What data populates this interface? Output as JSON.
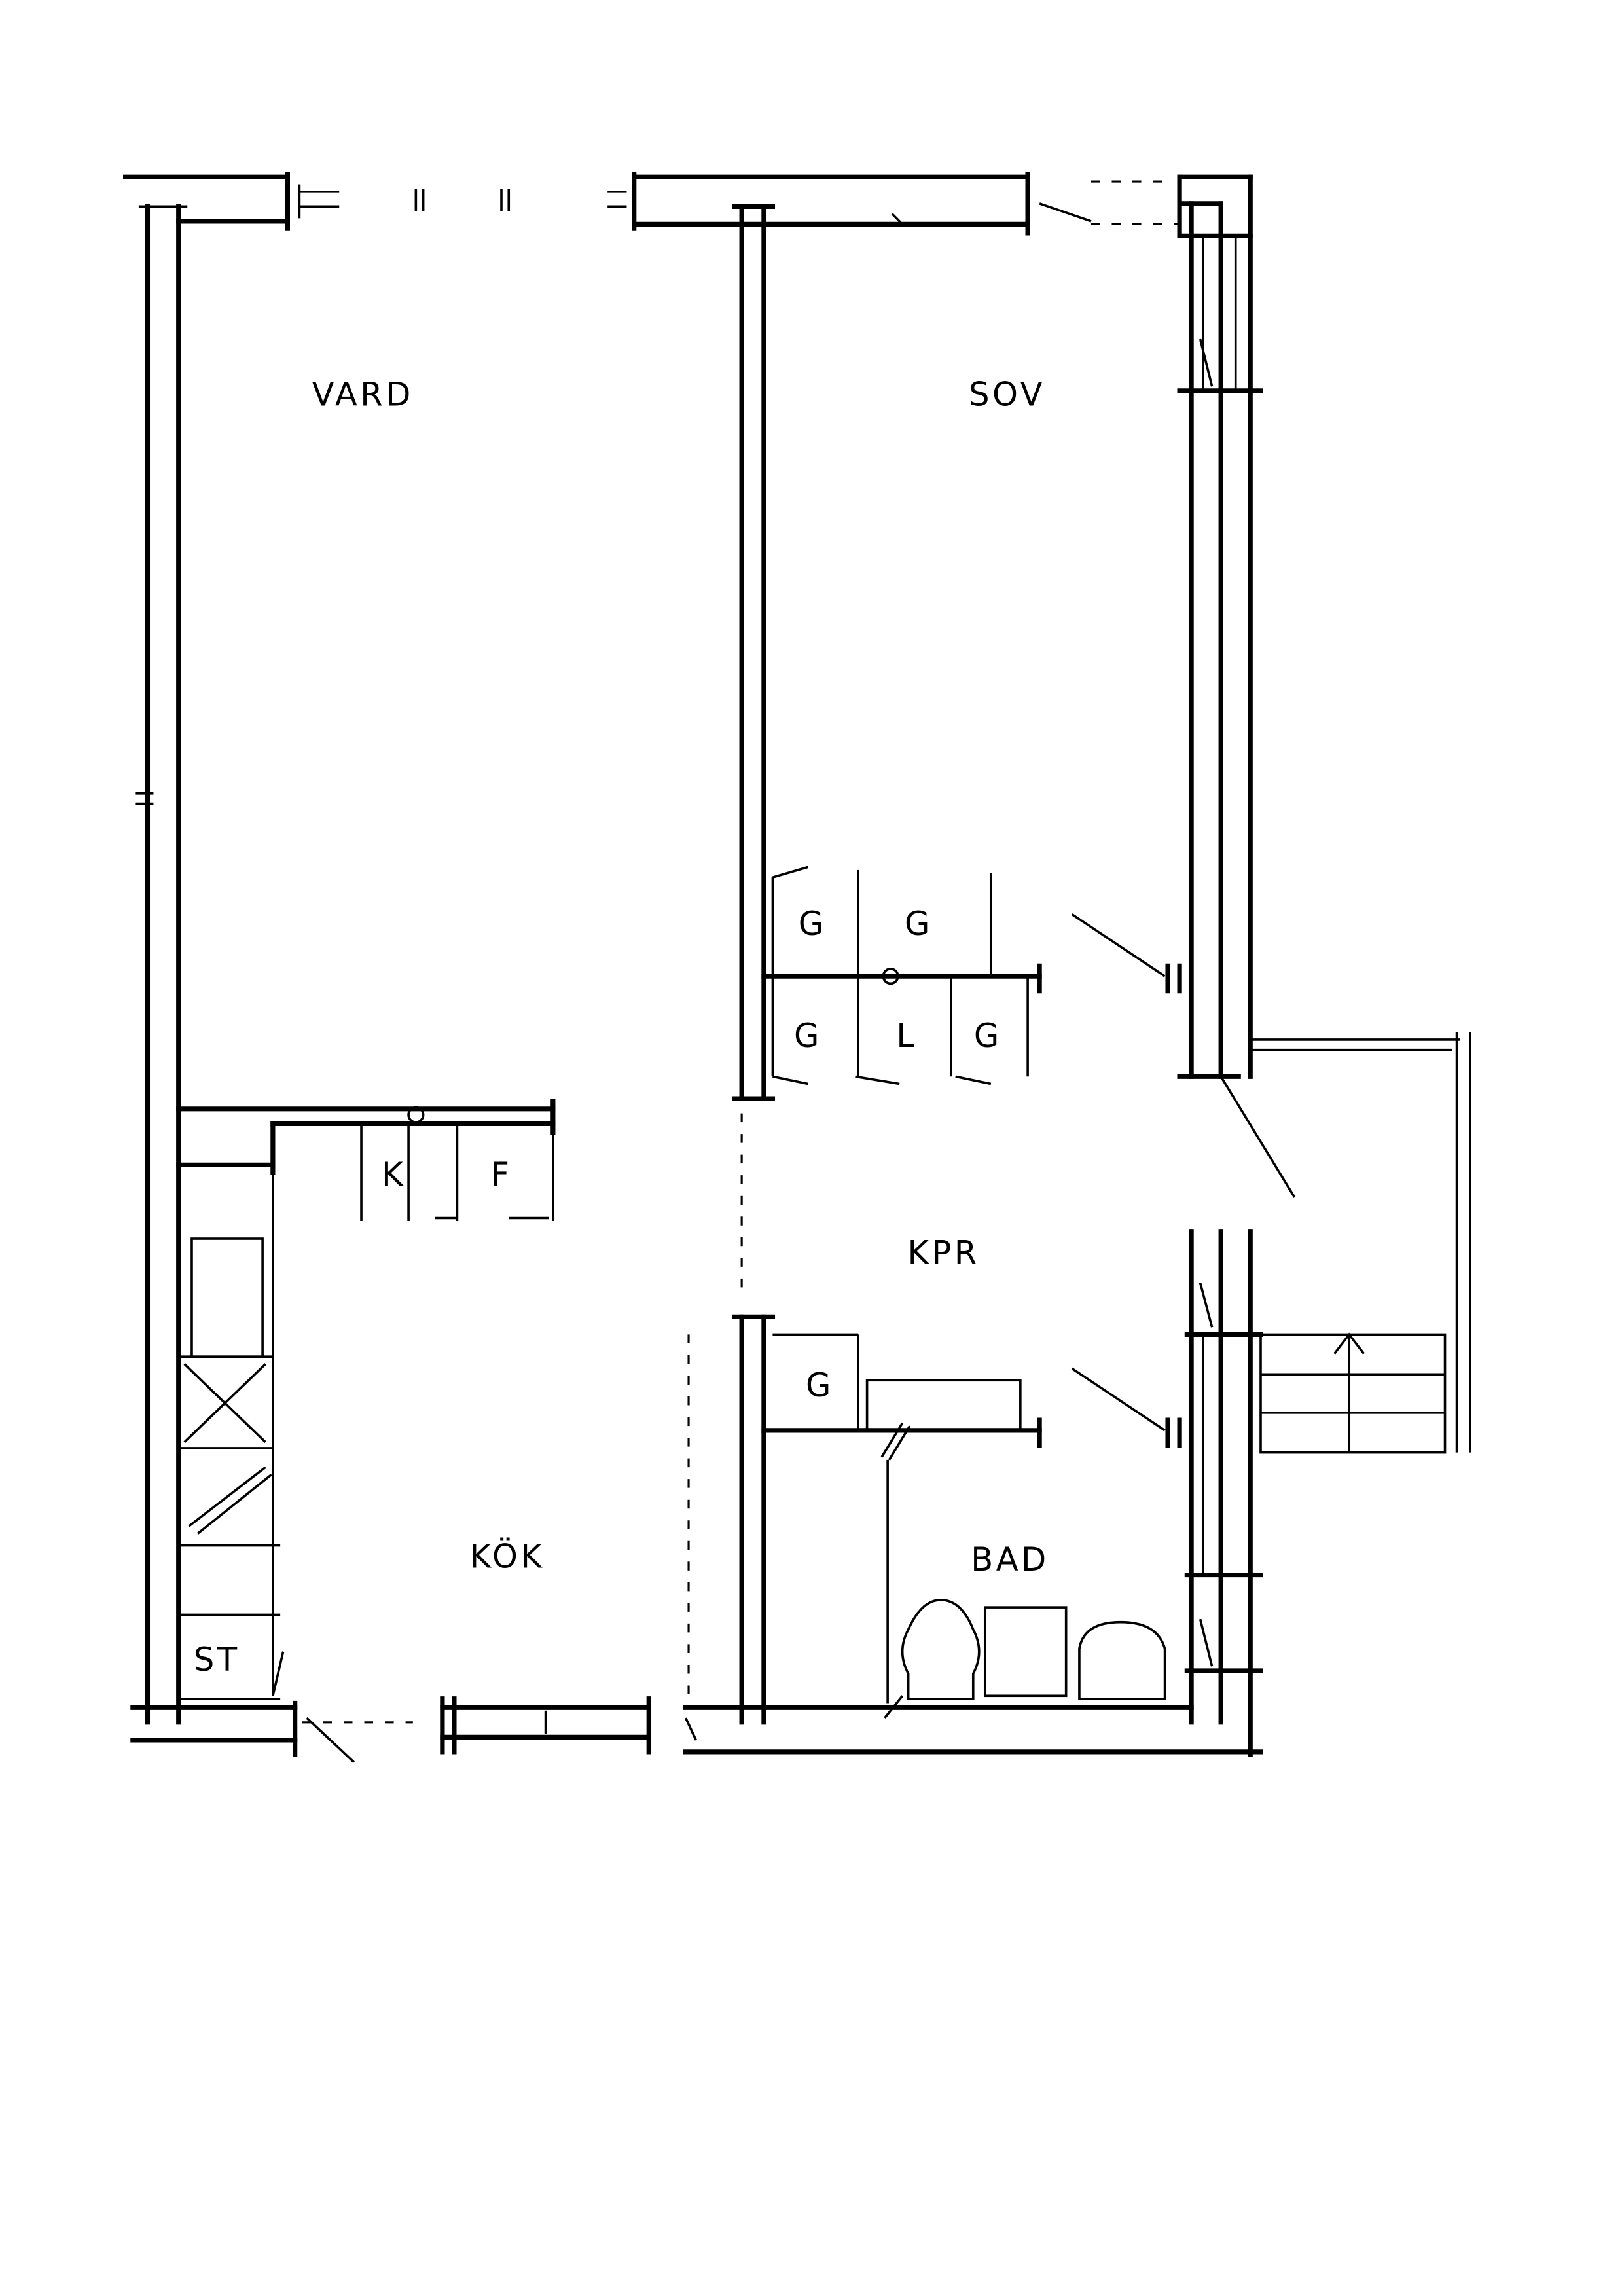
{
  "plan": {
    "rooms": {
      "vard": "VARD",
      "sov": "SOV",
      "kpr": "KPR",
      "kok": "KÖK",
      "bad": "BAD",
      "st": "ST"
    },
    "storage": {
      "g1": "G",
      "g2": "G",
      "g3": "G",
      "l": "L",
      "g4": "G",
      "g5": "G",
      "k": "K",
      "f": "F"
    }
  }
}
